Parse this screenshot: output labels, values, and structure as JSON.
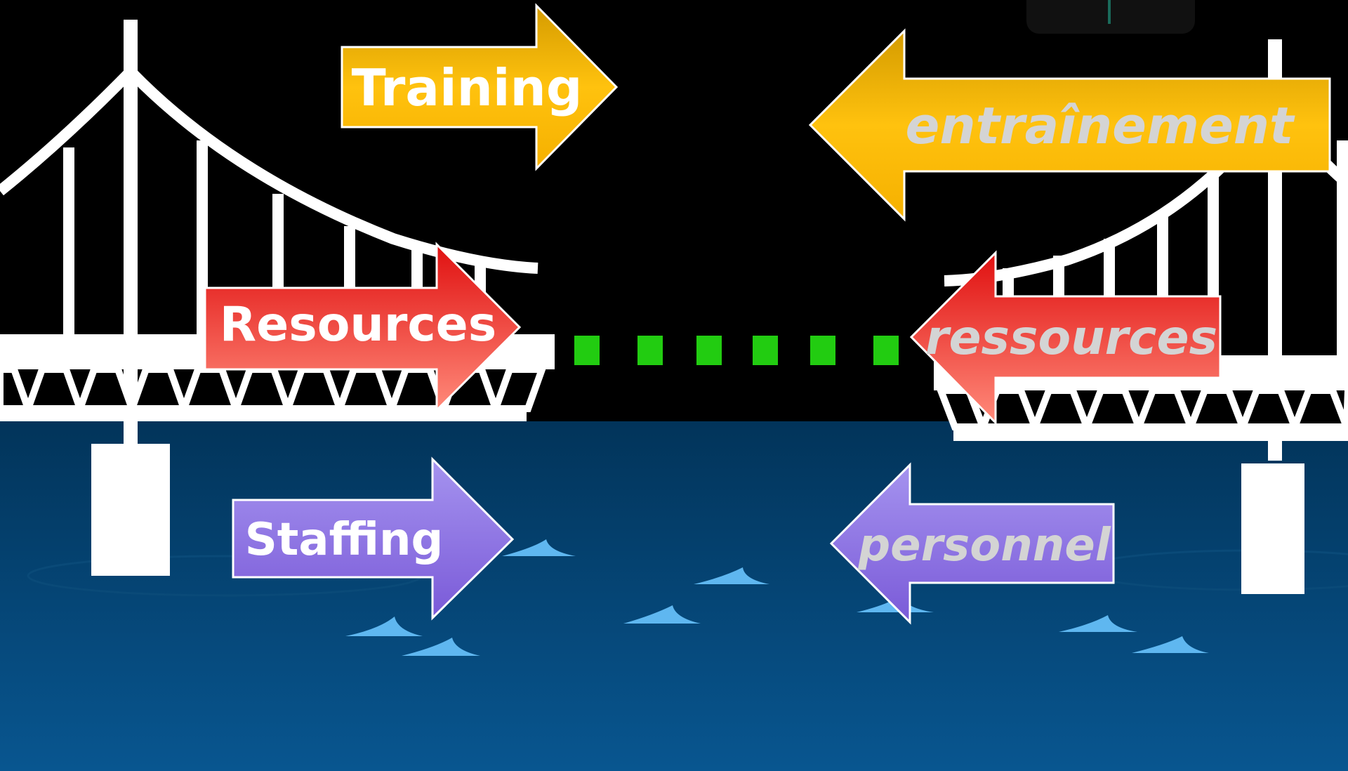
{
  "colors": {
    "background_top": "#000000",
    "water_top": "#02345a",
    "water_bottom": "#085690",
    "bridge": "#ffffff",
    "gap_dots": "#22cc11",
    "waves": "#5fb7f0",
    "training_arrow": "#f0b20a",
    "resources_arrow": "#ee3030",
    "staffing_arrow": "#8a6ee0"
  },
  "arrows_english": {
    "training": "Training",
    "resources": "Resources",
    "staffing": "Staffing"
  },
  "arrows_french": {
    "training": "entraînement",
    "resources": "ressources",
    "staffing": "personnel"
  }
}
